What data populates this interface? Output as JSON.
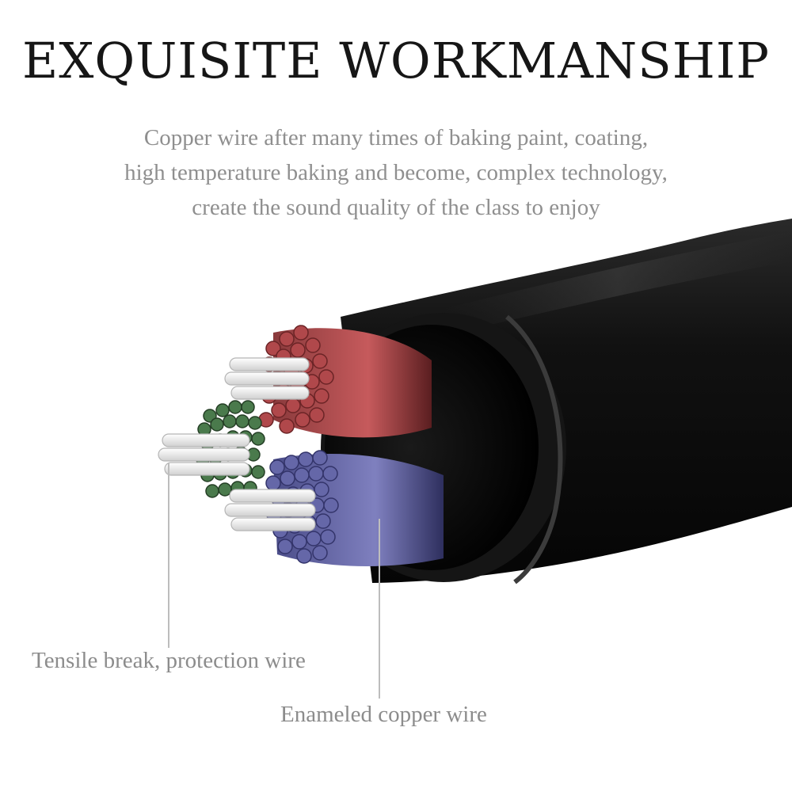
{
  "headline": "EXQUISITE WORKMANSHIP",
  "description": {
    "lines": [
      "Copper wire after many times of baking paint, coating,",
      "high temperature baking and become, complex technology,",
      "create the sound quality of the class to enjoy"
    ]
  },
  "callouts": {
    "tensile": "Tensile break, protection wire",
    "copper": "Enameled copper wire"
  },
  "colors": {
    "headline": "#161616",
    "body_text": "#8f8f8f",
    "jacket": "#0d0d0d",
    "red_strands": "#b0484b",
    "blue_strands": "#6567a8",
    "green_strands": "#4a7a4c",
    "white_strands": "#f0f0f0"
  },
  "icons": {
    "cable": "cable-cross-section-icon"
  }
}
